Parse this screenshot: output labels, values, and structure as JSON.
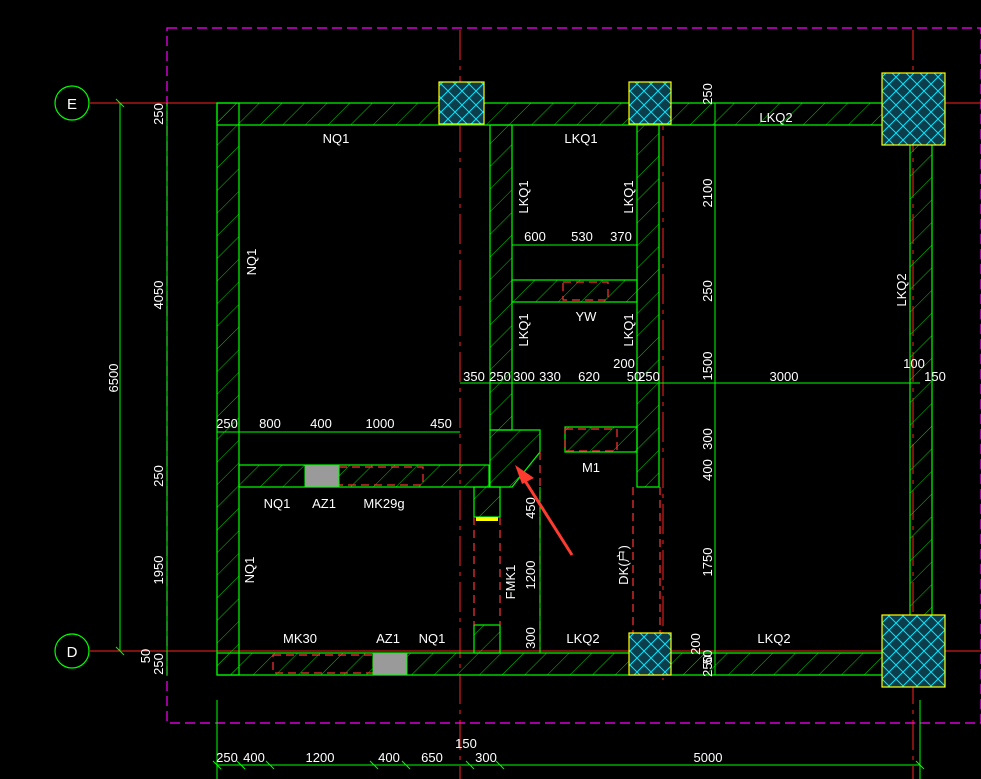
{
  "axes": {
    "e": "E",
    "d": "D"
  },
  "labels": {
    "nq1_top": "NQ1",
    "lkq1_top": "LKQ1",
    "lkq2_top": "LKQ2",
    "nq1_left_upper": "NQ1",
    "lkq1_v1": "LKQ1",
    "lkq1_v2": "LKQ1",
    "lkq1_v3": "LKQ1",
    "lkq1_v4": "LKQ1",
    "lkq2_right": "LKQ2",
    "yw": "YW",
    "m1": "M1",
    "nq1_mid": "NQ1",
    "az1_mid": "AZ1",
    "mk29g": "MK29g",
    "nq1_left_lower": "NQ1",
    "fmk1": "FMK1",
    "dk": "DK(户)",
    "mk30": "MK30",
    "az1_bottom": "AZ1",
    "nq1_bottom": "NQ1",
    "lkq2_bottom1": "LKQ2",
    "lkq2_bottom2": "LKQ2"
  },
  "dimensions": {
    "d_6500": "6500",
    "d_250a": "250",
    "d_4050": "4050",
    "d_250b": "250",
    "d_1950": "1950",
    "d_50": "50",
    "d_250c": "250",
    "r_250": "250",
    "r_2100": "2100",
    "r_250b": "250",
    "r_1500": "1500",
    "r_300": "300",
    "r_400": "400",
    "r_1750": "1750",
    "r_200": "200",
    "r_50": "50",
    "r_250c": "250",
    "w_600": "600",
    "w_530": "530",
    "w_370": "370",
    "row_350": "350",
    "row_250": "250",
    "row_300": "300",
    "row_330": "330",
    "row_620": "620",
    "row_200": "200",
    "row_50": "50",
    "row_250b": "250",
    "row_3000": "3000",
    "row_100": "100",
    "row_150": "150",
    "m_250": "250",
    "m_800": "800",
    "m_400": "400",
    "m_1000": "1000",
    "m_450": "450",
    "v_450": "450",
    "v_1200": "1200",
    "v_300": "300",
    "b_150": "150",
    "b_250": "250",
    "b_400": "400",
    "b_1200": "1200",
    "b_400b": "400",
    "b_650": "650",
    "b_300": "300",
    "b_5000": "5000"
  },
  "colors": {
    "background": "#000000",
    "wall_line": "#00ff00",
    "axis_line": "#ff0000",
    "boundary": "#ff00ff",
    "column_fill": "#00ffff",
    "column_border": "#ffff00",
    "door_block": "#999999",
    "arrow": "#ff3333",
    "text": "#ffffff"
  }
}
